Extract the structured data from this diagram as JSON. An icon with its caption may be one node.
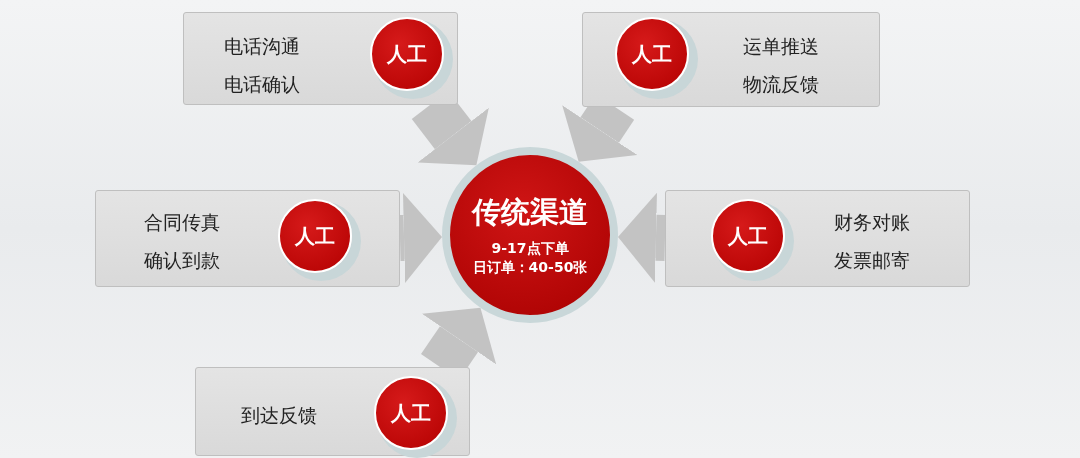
{
  "diagram": {
    "nodes": [
      {
        "text": [
          "电话沟通",
          "电话确认"
        ]
      },
      {
        "text": [
          "人工"
        ],
        "in": 0
      },
      {
        "text": [
          "运单推送",
          "物流反馈"
        ]
      },
      {
        "text": [
          "人工"
        ],
        "in": 2
      },
      {
        "text": [
          "合同传真",
          "确认到款"
        ]
      },
      {
        "text": [
          "人工"
        ],
        "in": 4
      },
      {
        "text": [
          "传统渠道",
          "9-17点下单",
          "日订单：40-50张"
        ]
      },
      {
        "text": [
          "财务对账",
          "发票邮寄"
        ]
      },
      {
        "text": [
          "人工"
        ],
        "in": 7
      },
      {
        "text": [
          "到达反馈"
        ]
      },
      {
        "text": [
          "人工"
        ],
        "in": 9
      }
    ],
    "edges": [
      {
        "from": 0,
        "to": 6,
        "arrow": "to"
      },
      {
        "from": 2,
        "to": 6,
        "arrow": "to"
      },
      {
        "from": 4,
        "to": 6,
        "arrow": "to"
      },
      {
        "from": 7,
        "to": 6,
        "arrow": "to"
      },
      {
        "from": 9,
        "to": 6,
        "arrow": "to"
      }
    ]
  }
}
